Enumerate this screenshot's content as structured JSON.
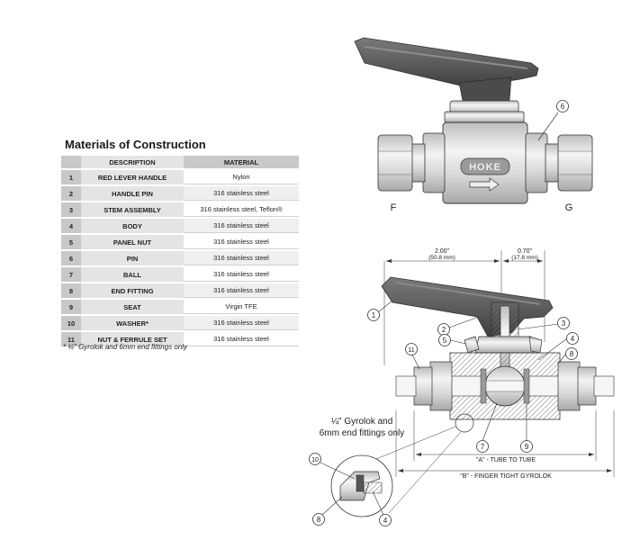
{
  "materials": {
    "title": "Materials of Construction",
    "headers": {
      "description": "DESCRIPTION",
      "material": "MATERIAL"
    },
    "rows": [
      {
        "num": "1",
        "description": "RED LEVER HANDLE",
        "material": "Nylon"
      },
      {
        "num": "2",
        "description": "HANDLE PIN",
        "material": "316 stainless steel"
      },
      {
        "num": "3",
        "description": "STEM ASSEMBLY",
        "material": "316 stainless steel, Teflon®"
      },
      {
        "num": "4",
        "description": "BODY",
        "material": "316 stainless steel"
      },
      {
        "num": "5",
        "description": "PANEL NUT",
        "material": "316 stainless steel"
      },
      {
        "num": "6",
        "description": "PIN",
        "material": "316 stainless steel"
      },
      {
        "num": "7",
        "description": "BALL",
        "material": "316 stainless steel"
      },
      {
        "num": "8",
        "description": "END FITTING",
        "material": "316 stainless steel"
      },
      {
        "num": "9",
        "description": "SEAT",
        "material": "Virgin TFE"
      },
      {
        "num": "10",
        "description": "WASHER*",
        "material": "316 stainless steel"
      },
      {
        "num": "11",
        "description": "NUT & FERRULE SET",
        "material": "316 stainless steel"
      }
    ],
    "footnote": "*   ¼\" Gyrolok and 6mm end fittings only"
  },
  "top_view": {
    "brand": "HOKE",
    "port_left": "F",
    "port_right": "G",
    "callout": "6"
  },
  "section_view": {
    "dim_a_in": "2.00\"",
    "dim_a_mm": "(50.8 mm)",
    "dim_b_in": "0.70\"",
    "dim_b_mm": "(17.8 mm)",
    "dim_tube": "\"A\" - TUBE TO TUBE",
    "dim_gyrolok": "\"B\" - FINGER TIGHT GYROLOK",
    "callouts": {
      "c1": "1",
      "c2": "2",
      "c3": "3",
      "c4": "4",
      "c5": "5",
      "c7": "7",
      "c8": "8",
      "c9": "9",
      "c11": "11"
    }
  },
  "detail": {
    "note_line1": "¼\" Gyrolok and",
    "note_line2": "6mm end fittings only",
    "callouts": {
      "c10": "10",
      "c8": "8",
      "c4": "4"
    }
  },
  "colors": {
    "handle": "#555555",
    "metal": "#d6d6d6",
    "table_header": "#c8c8c8"
  }
}
